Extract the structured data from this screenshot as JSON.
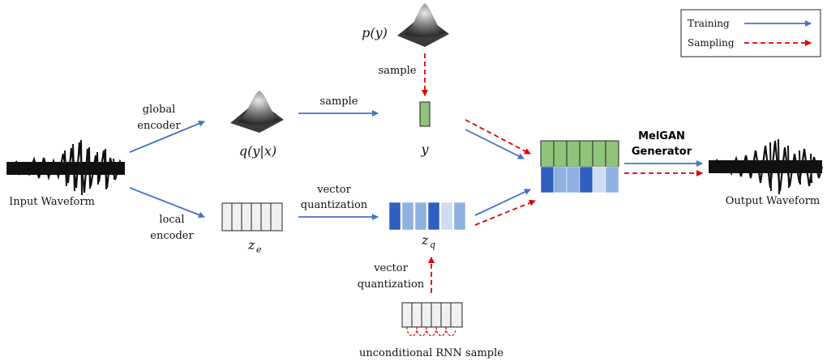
{
  "labels": {
    "input_waveform": "Input Waveform",
    "output_waveform": "Output Waveform",
    "global_encoder_1": "global",
    "global_encoder_2": "encoder",
    "local_encoder_1": "local",
    "local_encoder_2": "encoder",
    "sample_top": "sample",
    "sample_mid": "sample",
    "vq_mid_1": "vector",
    "vq_mid_2": "quantization",
    "vq_bottom_1": "vector",
    "vq_bottom_2": "quantization",
    "rnn_sample": "unconditional RNN sample",
    "melgan_1": "MelGAN",
    "melgan_2": "Generator"
  },
  "math": {
    "p_y": "p(y)",
    "q_y_x": "q(y|x)",
    "y": "y",
    "z_e_base": "z",
    "z_e_sub": "e",
    "z_q_base": "z",
    "z_q_sub": "q"
  },
  "legend": {
    "training": "Training",
    "sampling": "Sampling"
  },
  "colors": {
    "training": "#4472c4",
    "sampling": "#e00000",
    "green": "#8fc47a",
    "dark_blue": "#2f5fbf",
    "mid_blue": "#8fb0e0",
    "light_blue": "#cfdcf3",
    "grey_cell": "#f0f0f0"
  },
  "zq_cells": [
    "dark",
    "mid",
    "mid",
    "dark",
    "light",
    "mid"
  ],
  "decoder_bottom_cells": [
    "dark",
    "mid",
    "mid",
    "dark",
    "light",
    "mid"
  ]
}
